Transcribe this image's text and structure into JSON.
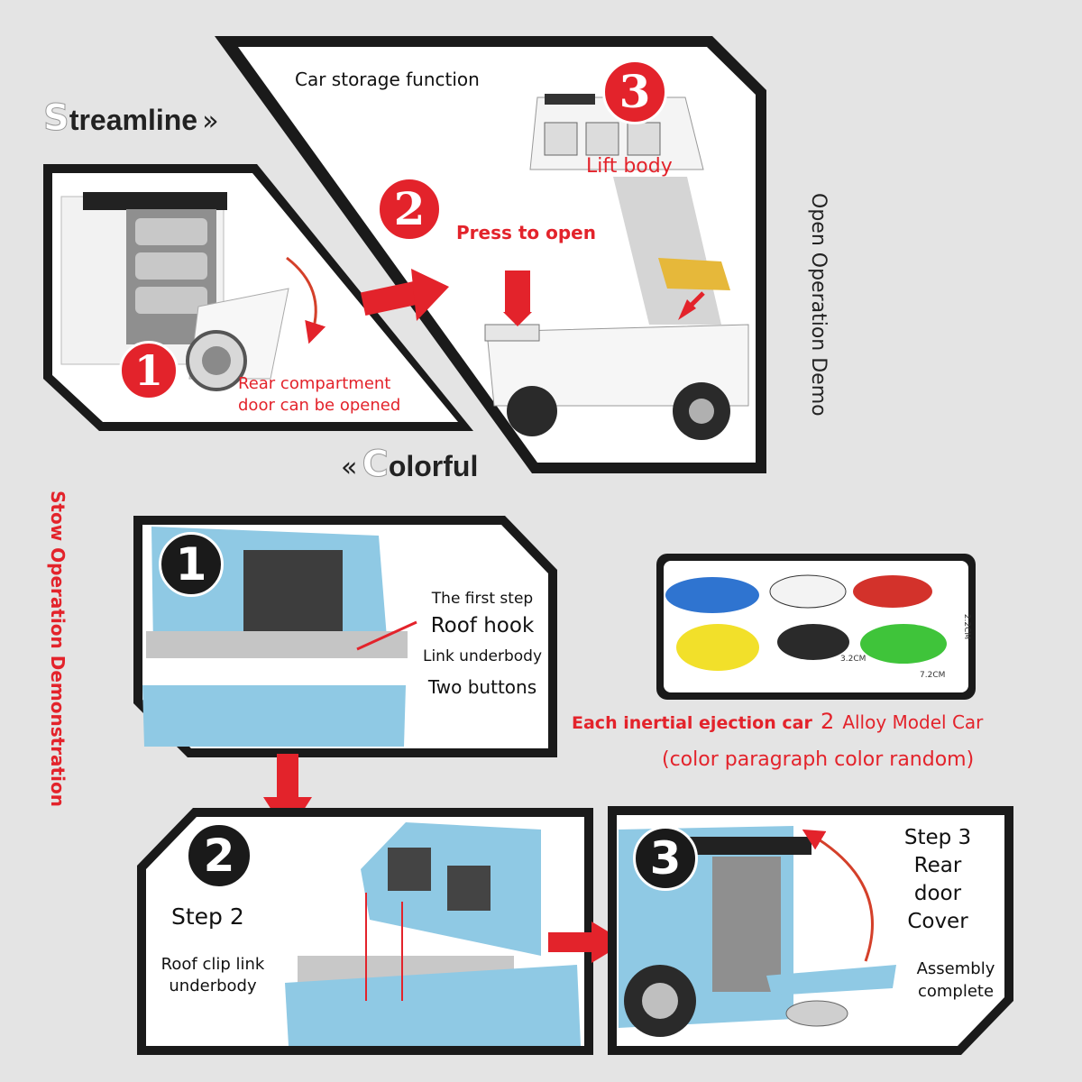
{
  "header": {
    "streamline_first": "S",
    "streamline_rest": "treamline",
    "colorful_first": "C",
    "colorful_rest": "olorful"
  },
  "top": {
    "car_storage": "Car storage function",
    "step1_num": "1",
    "step1_text_line1": "Rear compartment",
    "step1_text_line2": "door can be opened",
    "step2_num": "2",
    "step2_text": "Press to open",
    "step3_num": "3",
    "step3_text": "Lift body",
    "side_label": "Open Operation Demo"
  },
  "bottom": {
    "side_label": "Stow Operation Demonstration",
    "panel1": {
      "num": "1",
      "lines": [
        "The first step",
        "Roof hook",
        "Link underbody",
        "Two buttons"
      ]
    },
    "panel2": {
      "num": "2",
      "title": "Step 2",
      "lines": [
        "Roof clip link",
        "underbody"
      ]
    },
    "panel3": {
      "num": "3",
      "title_lines": [
        "Step 3",
        "Rear",
        "door",
        "Cover"
      ],
      "lines": [
        "Assembly",
        "complete"
      ]
    },
    "cars": {
      "dim_h": "2.2CM",
      "dim_l": "3.2CM",
      "dim_w": "7.2CM",
      "caption_red": "Each inertial ejection car",
      "caption_num": "2",
      "caption_rest": "Alloy Model Car",
      "caption_line2": "(color paragraph color random)"
    }
  },
  "colors": {
    "accent_red": "#e3232b",
    "background": "#e4e4e4",
    "frame": "#1a1a1a",
    "car_blue": "#8fc9e4",
    "car_white": "#f4f4f4"
  }
}
